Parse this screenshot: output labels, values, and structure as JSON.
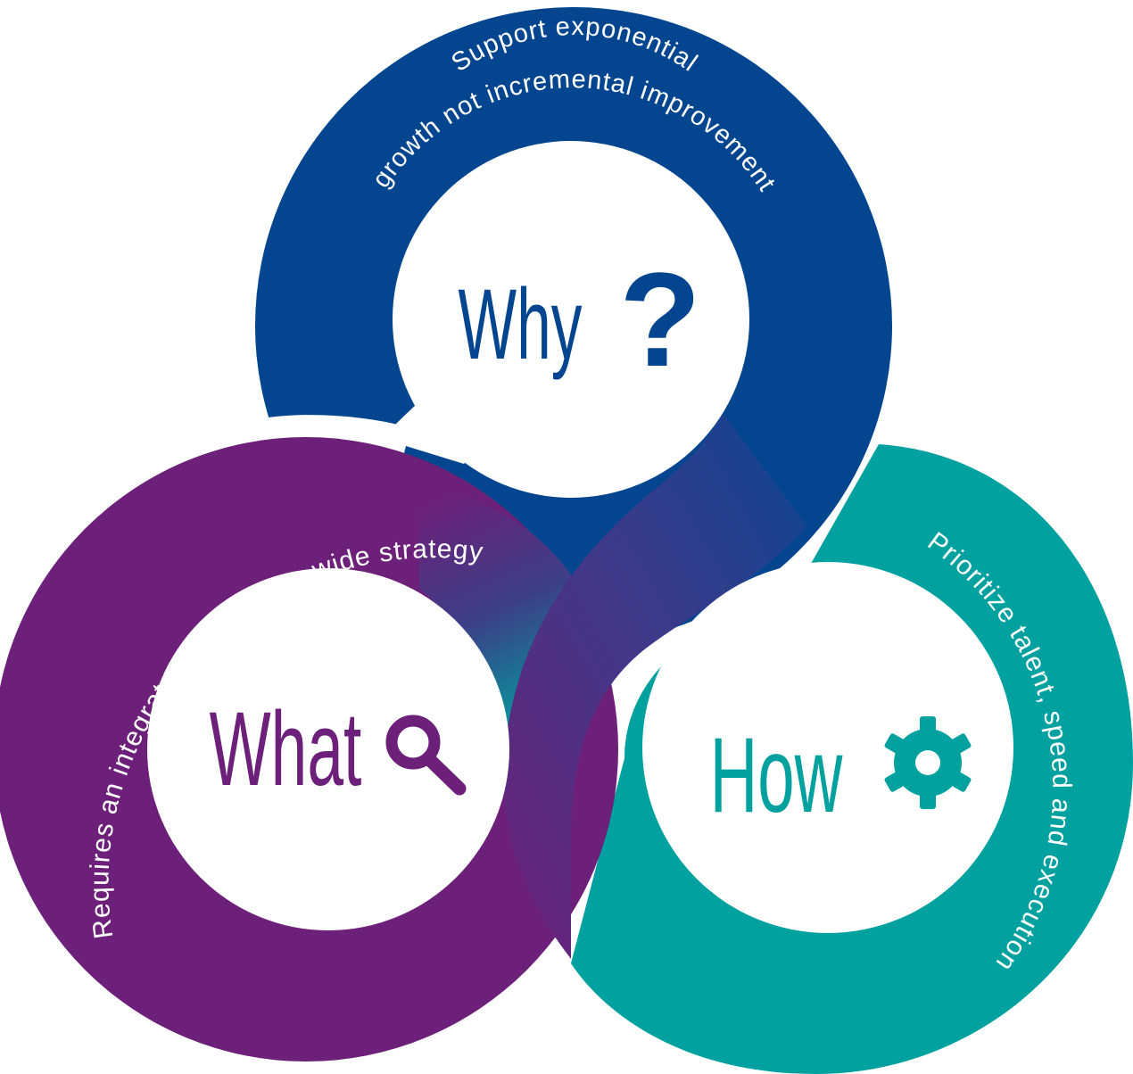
{
  "colors": {
    "why": "#03468f",
    "what": "#6d2079",
    "how": "#00a19e",
    "text_on_ring": "#ffffff",
    "center_fill": "#ffffff"
  },
  "why": {
    "label": "Why",
    "icon": "question-mark-icon",
    "icon_glyph": "?",
    "ring_text_line1": "Support exponential",
    "ring_text_line2": "growth not incremental improvement"
  },
  "what": {
    "label": "What",
    "icon": "magnifier-icon",
    "ring_text": "Requires an integrated, enterprise-wide strategy"
  },
  "how": {
    "label": "How",
    "icon": "gear-icon",
    "ring_text": "Prioritize talent, speed and execution"
  }
}
